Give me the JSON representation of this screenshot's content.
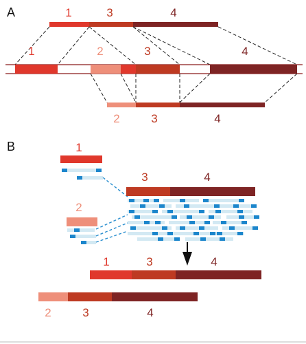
{
  "colors": {
    "exon1": "#e0382c",
    "exon2": "#ee8f7a",
    "exon3": "#be3a22",
    "exon4": "#7e2424",
    "line": "#8b1a1a",
    "dash": "#222222",
    "read": "#d3e9f3",
    "read_mark": "#1c86cc",
    "read_dash": "#2a8fcf",
    "arrow": "#111111"
  },
  "panel_a": {
    "label": "A",
    "top_labels": [
      "1",
      "3",
      "4"
    ],
    "genome_labels": [
      "1",
      "2",
      "3",
      "4"
    ],
    "bottom_labels": [
      "2",
      "3",
      "4"
    ]
  },
  "panel_b": {
    "label": "B",
    "exon1_label": "1",
    "exon2_label": "2",
    "top_labels": [
      "3",
      "4"
    ],
    "result1_labels": [
      "1",
      "3",
      "4"
    ],
    "result2_labels": [
      "2",
      "3",
      "4"
    ]
  }
}
